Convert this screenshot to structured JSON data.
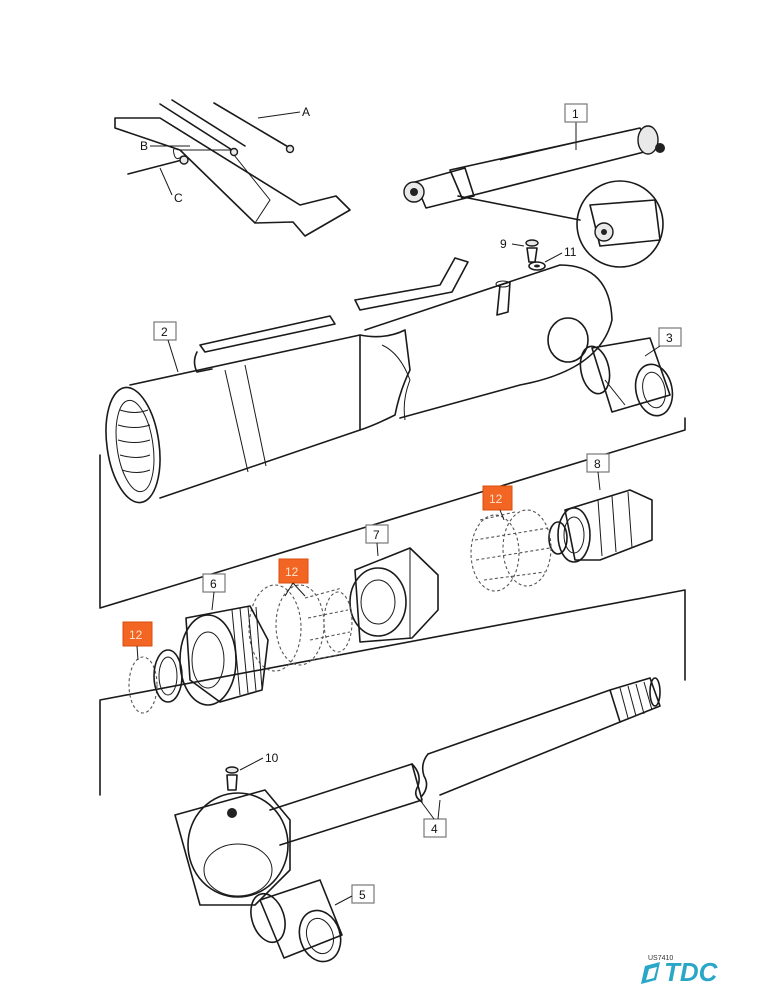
{
  "figure_id": "US7410",
  "brand": {
    "name": "TDC",
    "color": "#2aa6c7"
  },
  "highlight_color": "#f26522",
  "callouts": {
    "A": "A",
    "B": "B",
    "C": "C",
    "p1": "1",
    "p2": "2",
    "p3": "3",
    "p4": "4",
    "p5": "5",
    "p6": "6",
    "p7": "7",
    "p8": "8",
    "p9": "9",
    "p10": "10",
    "p11": "11",
    "p12a": "12",
    "p12b": "12",
    "p12c": "12"
  }
}
